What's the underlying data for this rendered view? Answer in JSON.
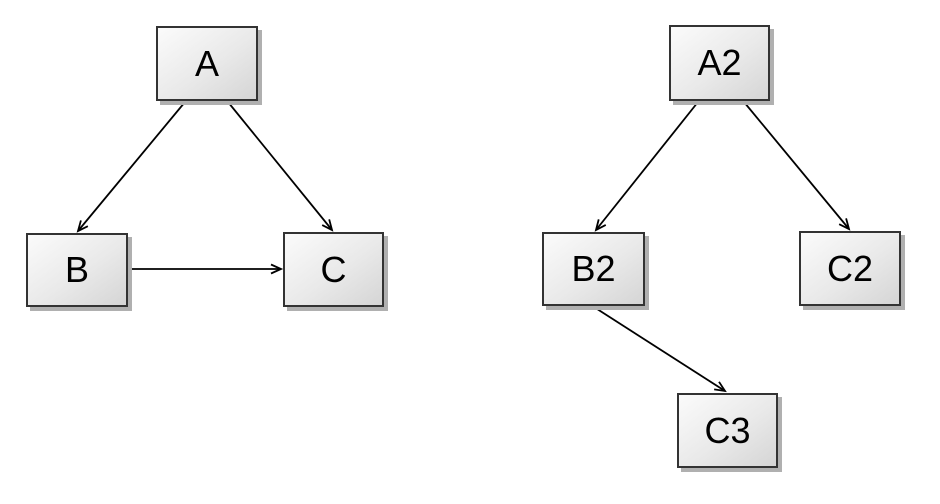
{
  "diagram": {
    "nodes": [
      {
        "id": "A",
        "label": "A"
      },
      {
        "id": "B",
        "label": "B"
      },
      {
        "id": "C",
        "label": "C"
      },
      {
        "id": "A2",
        "label": "A2"
      },
      {
        "id": "B2",
        "label": "B2"
      },
      {
        "id": "C2",
        "label": "C2"
      },
      {
        "id": "C3",
        "label": "C3"
      }
    ],
    "edges": [
      {
        "from": "A",
        "to": "B",
        "arrowhead": "open"
      },
      {
        "from": "A",
        "to": "C",
        "arrowhead": "open"
      },
      {
        "from": "B",
        "to": "C",
        "arrowhead": "open"
      },
      {
        "from": "A2",
        "to": "B2",
        "arrowhead": "open"
      },
      {
        "from": "A2",
        "to": "C2",
        "arrowhead": "open"
      },
      {
        "from": "B2",
        "to": "C3",
        "arrowhead": "open"
      }
    ],
    "colors": {
      "background": "#ffffff",
      "node_border": "#333333",
      "node_fill_light": "#fbfbfb",
      "node_fill_dark": "#d5d5d5",
      "node_shadow": "#b0b0b0",
      "edge": "#000000",
      "text": "#000000"
    }
  }
}
